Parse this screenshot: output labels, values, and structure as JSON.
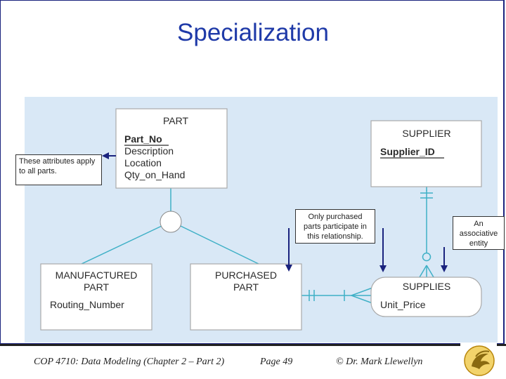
{
  "slide": {
    "title": "Specialization"
  },
  "entities": {
    "part": {
      "name": "PART",
      "attributes": [
        "Part_No",
        "Description",
        "Location",
        "Qty_on_Hand"
      ]
    },
    "supplier": {
      "name": "SUPPLIER",
      "attributes": [
        "Supplier_ID"
      ]
    },
    "manufactured_part": {
      "name_lines": [
        "MANUFACTURED",
        "PART"
      ],
      "attributes": [
        "Routing_Number"
      ]
    },
    "purchased_part": {
      "name_lines": [
        "PURCHASED",
        "PART"
      ],
      "attributes": []
    },
    "supplies": {
      "name": "SUPPLIES",
      "attributes": [
        "Unit_Price"
      ]
    }
  },
  "callouts": {
    "attributes_note": "These attributes apply to all parts.",
    "participation_note": "Only purchased parts participate in this relationship.",
    "associative_note": "An associative entity"
  },
  "footer": {
    "course": "COP 4710: Data Modeling (Chapter 2 – Part 2)",
    "page": "Page 49",
    "author": "© Dr. Mark Llewellyn"
  },
  "colors": {
    "title": "#1f3aa8",
    "diagram_background": "#d9e8f6",
    "connector_line": "#3fb0c6",
    "entity_border": "#aaaaaa"
  }
}
